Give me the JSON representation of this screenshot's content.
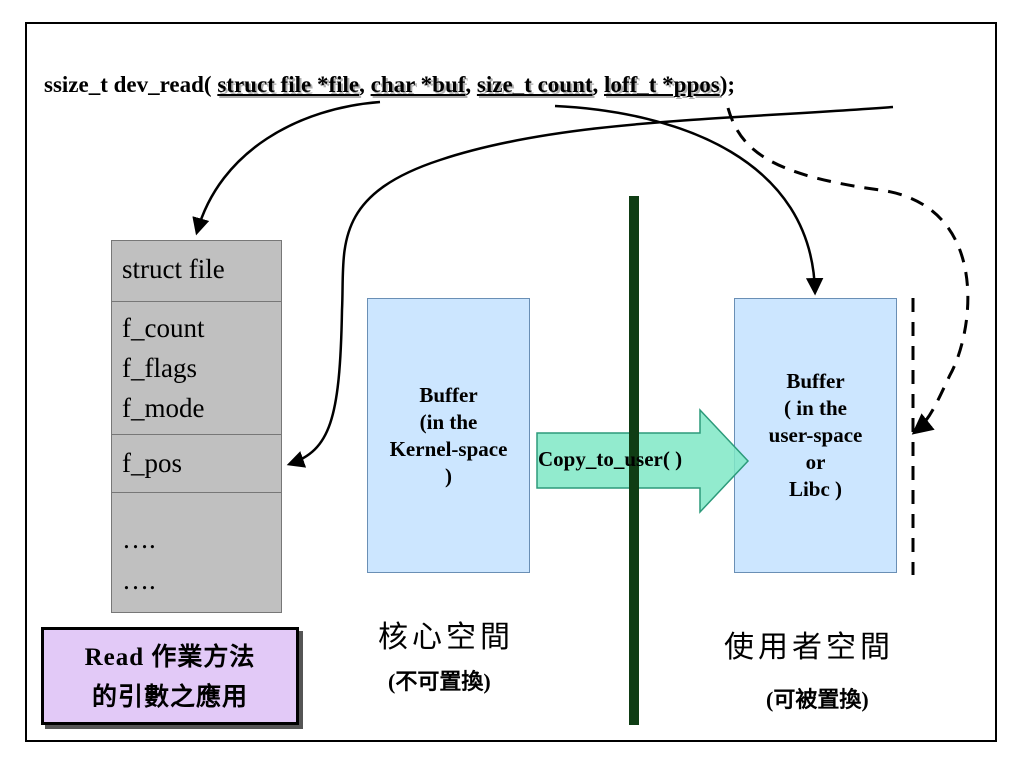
{
  "signature": {
    "prefix": "ssize_t dev_read( ",
    "params": [
      "struct file *file",
      "char *buf",
      "size_t count",
      "loff_t *ppos"
    ],
    "sep": ", ",
    "suffix": ");"
  },
  "file_struct": {
    "title": "struct file",
    "fields": [
      "f_count",
      "f_flags",
      "f_mode"
    ],
    "pos_field": "f_pos",
    "ellipsis": [
      "….",
      "…."
    ]
  },
  "kernel_buffer": {
    "lines": [
      "Buffer",
      "(in the",
      "Kernel-space",
      ")"
    ]
  },
  "user_buffer": {
    "lines": [
      "Buffer",
      "( in the",
      "user-space",
      "or",
      "Libc )"
    ]
  },
  "copy_arrow": {
    "label": "Copy_to_user( )"
  },
  "kernel_space": {
    "title": "核心空間",
    "note": "(不可置換)"
  },
  "user_space": {
    "title": "使用者空間",
    "note": "(可被置換)"
  },
  "caption": {
    "line1": "Read 作業方法",
    "line2": "的引數之應用"
  },
  "colors": {
    "divider": "#0f3d14",
    "buffer_fill": "#cce6ff",
    "arrow_fill": "#7fe8c6",
    "caption_fill": "#e2c9f7",
    "file_fill": "#c0c0c0"
  }
}
